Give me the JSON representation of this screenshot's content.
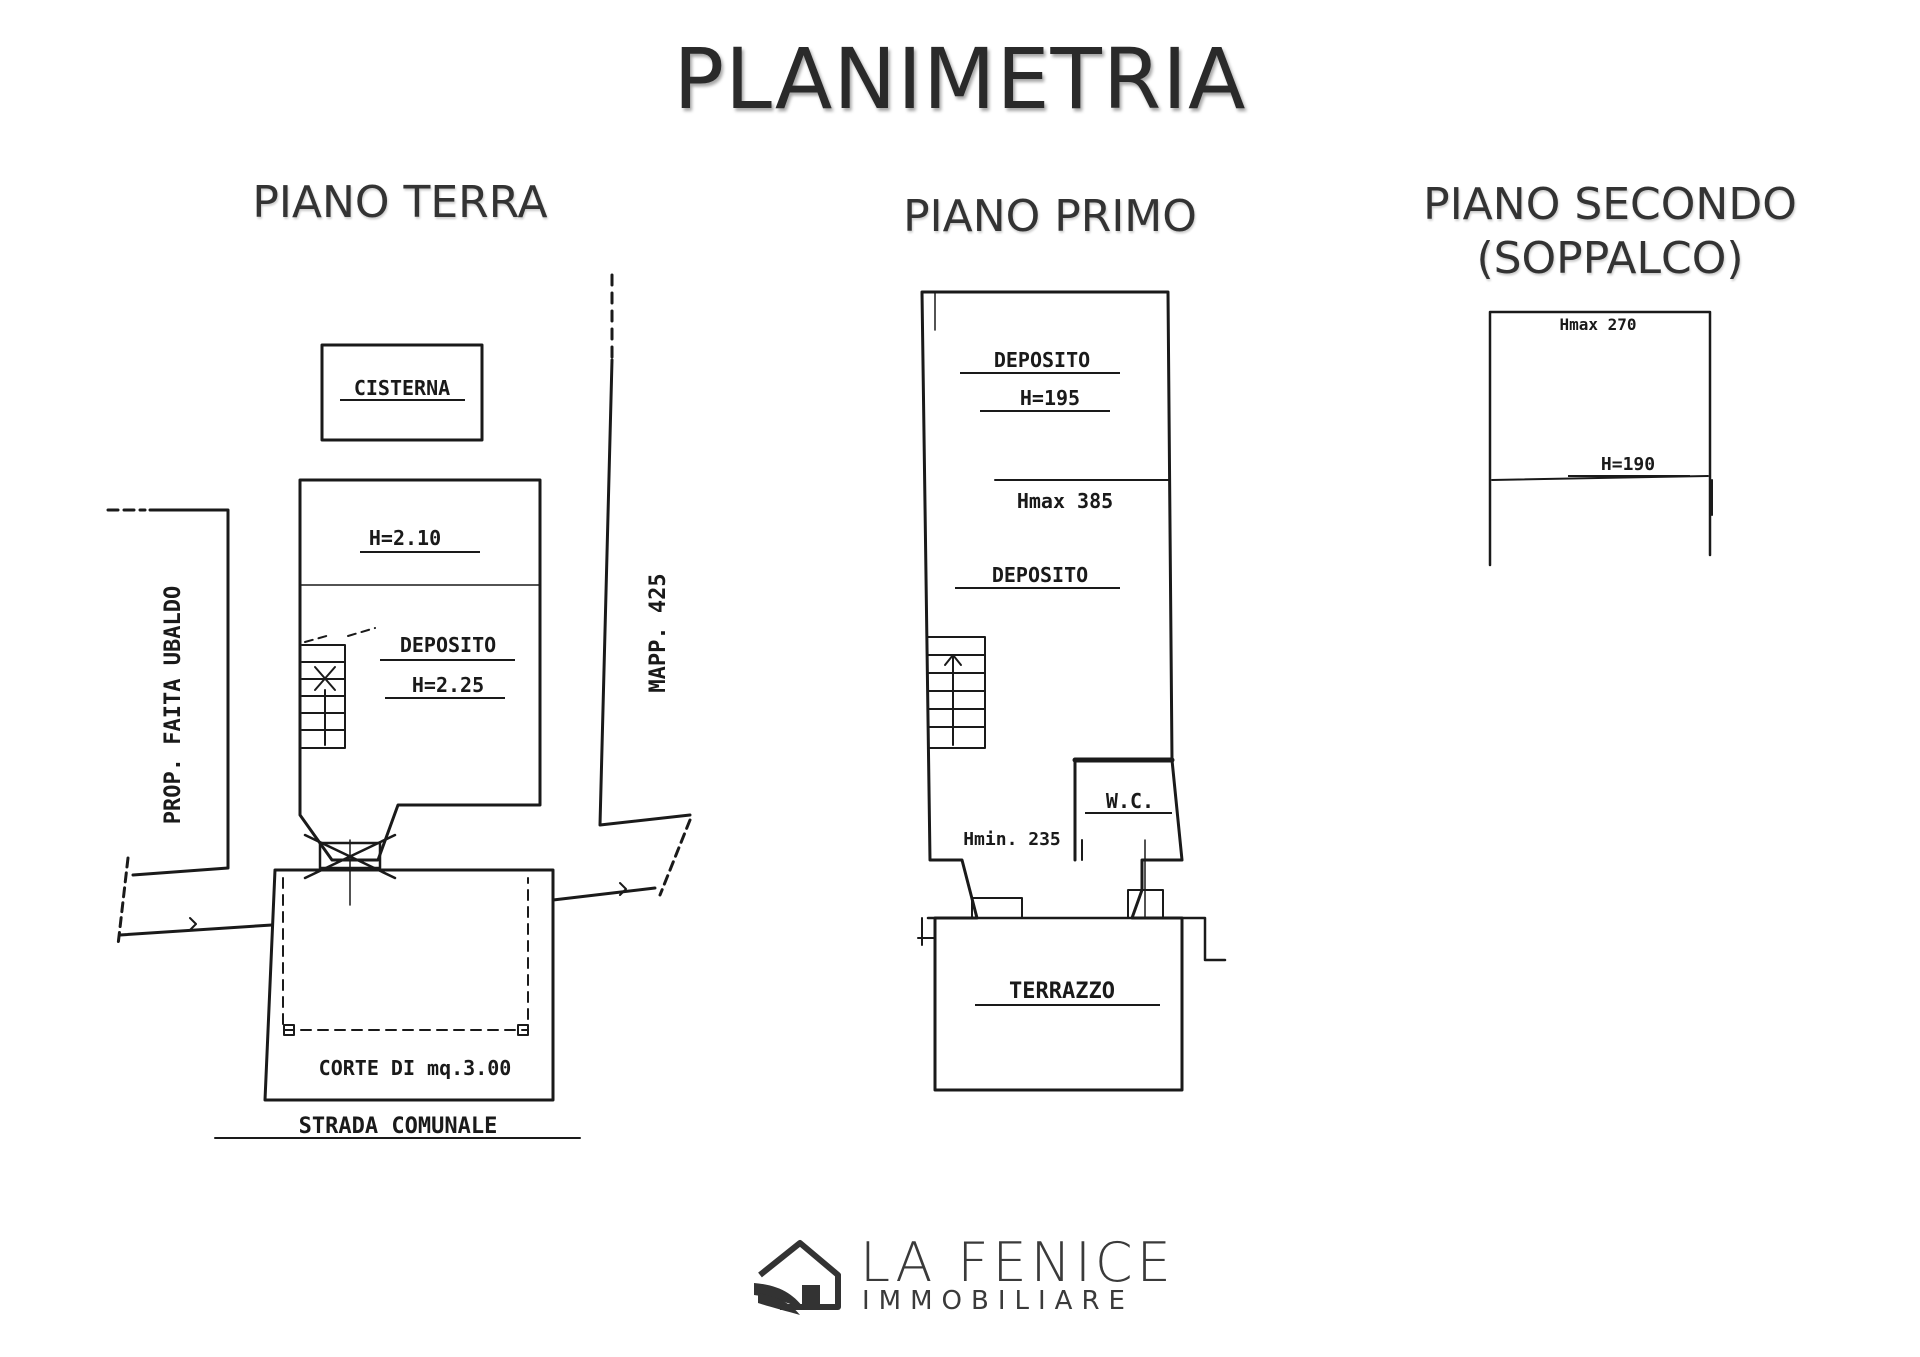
{
  "title": "PLANIMETRIA",
  "floors": {
    "ground": {
      "title": "PIANO TERRA",
      "labels": {
        "cisterna": "CISTERNA",
        "h1": "H=2.10",
        "deposito": "DEPOSITO",
        "h2": "H=2.25",
        "neighbor": "PROP. FAITA UBALDO",
        "mapp": "MAPP. 425",
        "corte": "CORTE DI mq.3.00",
        "strada": "STRADA COMUNALE"
      }
    },
    "first": {
      "title": "PIANO PRIMO",
      "labels": {
        "deposito1": "DEPOSITO",
        "h1": "H=195",
        "hmax": "Hmax 385",
        "deposito2": "DEPOSITO",
        "wc": "W.C.",
        "hmin": "Hmin. 235",
        "terrazzo": "TERRAZZO"
      }
    },
    "second": {
      "title_line1": "PIANO SECONDO",
      "title_line2": "(SOPPALCO)",
      "labels": {
        "hmax": "Hmax 270",
        "h": "H=190"
      }
    }
  },
  "logo": {
    "name": "LA FENICE",
    "sub": "IMMOBILIARE",
    "icon": "phoenix-house-icon"
  }
}
